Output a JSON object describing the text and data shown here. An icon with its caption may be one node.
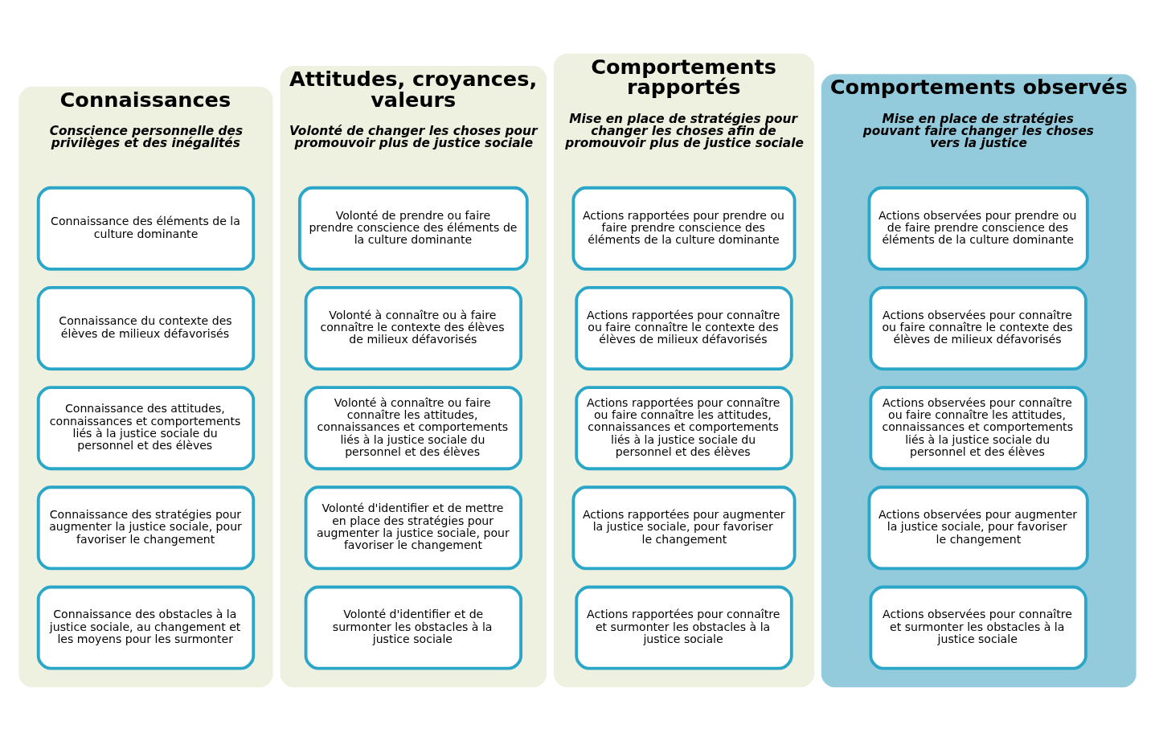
{
  "diagram": {
    "nodes": [
      {
        "text": [
          "Connaissances",
          "Conscience personnelle des privilèges et des inégalités"
        ]
      },
      {
        "text": [
          "Connaissance des éléments de la culture dominante"
        ],
        "in": 0
      },
      {
        "text": [
          "Connaissance du contexte des élèves de milieux défavorisés"
        ],
        "in": 0
      },
      {
        "text": [
          "Connaissance des attitudes, connaissances et comportements liés à la justice sociale du personnel et des élèves"
        ],
        "in": 0
      },
      {
        "text": [
          "Connaissance des stratégies pour augmenter la justice sociale, pour favoriser le changement"
        ],
        "in": 0
      },
      {
        "text": [
          "Connaissance des obstacles à la justice sociale, au changement et les moyens pour les surmonter"
        ],
        "in": 0
      },
      {
        "text": [
          "Attitudes, croyances, valeurs",
          "Volonté de changer les choses pour promouvoir plus de justice sociale"
        ]
      },
      {
        "text": [
          "Volonté de prendre ou faire prendre conscience des éléments de la culture dominante"
        ],
        "in": 6
      },
      {
        "text": [
          "Volonté à connaître ou à faire connaître le contexte des élèves de milieux défavorisés"
        ],
        "in": 6
      },
      {
        "text": [
          "Volonté à connaître ou faire connaître les attitudes, connaissances et comportements liés à la justice sociale du personnel et des élèves"
        ],
        "in": 6
      },
      {
        "text": [
          "Volonté d'identifier et de mettre en place des stratégies pour augmenter la justice sociale, pour favoriser le changement"
        ],
        "in": 6
      },
      {
        "text": [
          "Volonté d'identifier et de surmonter les obstacles à la justice sociale"
        ],
        "in": 6
      },
      {
        "text": [
          "Comportements rapportés",
          "Mise en place de stratégies pour changer les choses afin de promouvoir plus de justice sociale"
        ]
      },
      {
        "text": [
          "Actions rapportées pour prendre ou faire prendre conscience des éléments de la culture dominante"
        ],
        "in": 12
      },
      {
        "text": [
          "Actions rapportées pour connaître ou faire connaître le contexte des élèves de milieux défavorisés"
        ],
        "in": 12
      },
      {
        "text": [
          "Actions rapportées pour connaître ou faire connaître les attitudes, connaissances et comportements liés à la justice sociale du personnel et des élèves"
        ],
        "in": 12
      },
      {
        "text": [
          "Actions rapportées pour augmenter la justice sociale, pour favoriser le changement"
        ],
        "in": 12
      },
      {
        "text": [
          "Actions rapportées pour connaître et surmonter les obstacles à la justice sociale"
        ],
        "in": 12
      },
      {
        "text": [
          "Comportements observés",
          "Mise en place de stratégies pouvant faire changer les choses vers la justice"
        ]
      },
      {
        "text": [
          "Actions observées pour prendre ou de faire prendre conscience des éléments de la culture dominante"
        ],
        "in": 18
      },
      {
        "text": [
          "Actions observées pour connaître ou faire connaître le contexte des élèves de milieux défavorisés"
        ],
        "in": 18
      },
      {
        "text": [
          "Actions observées pour connaître ou faire connaître les attitudes, connaissances et comportements liés à la justice sociale du personnel et des élèves"
        ],
        "in": 18
      },
      {
        "text": [
          "Actions observées pour augmenter la justice sociale, pour favoriser le changement"
        ],
        "in": 18
      },
      {
        "text": [
          "Actions observées pour connaître et surmonter les obstacles à la justice sociale"
        ],
        "in": 18
      }
    ]
  }
}
